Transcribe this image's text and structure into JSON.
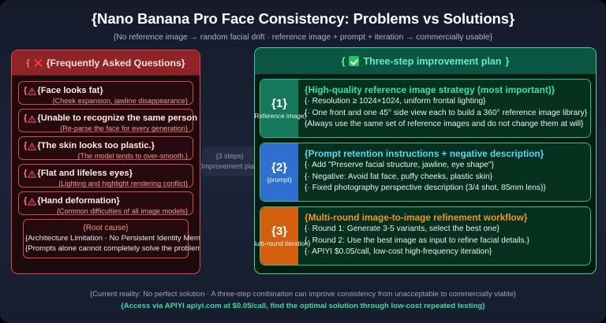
{
  "header": {
    "title": "{Nano Banana Pro Face Consistency: Problems vs Solutions}",
    "subtitle": "{No reference image → random facial drift · reference image + prompt + iteration → commercially usable}"
  },
  "connector": {
    "line1": "{3 steps}",
    "line2": "{Improvement plan}"
  },
  "faq": {
    "header_label": "{Frequently Asked Questions}",
    "header_icon": "cross-mark-icon",
    "accent_color": "#e0474c",
    "items": [
      {
        "icon": "warning-triangle-icon",
        "title": "{Face looks fat}",
        "sub": "{Cheek expansion, jawline disappearance}"
      },
      {
        "icon": "warning-triangle-icon",
        "title": "{Unable to recognize the same person when changing angles}",
        "sub": "{Re-parse the face for every generation}"
      },
      {
        "icon": "warning-triangle-icon",
        "title": "{The skin looks too plastic.}",
        "sub": "{The model tends to over-smooth.}"
      },
      {
        "icon": "warning-triangle-icon",
        "title": "{Flat and lifeless eyes}",
        "sub": "{Lighting and highlight rendering conflict}"
      },
      {
        "icon": "warning-triangle-icon",
        "title": "{Hand deformation}",
        "sub": "{Common difficulties of all image models}"
      }
    ],
    "root_cause": {
      "title": "{Root cause}",
      "line1": "{Architecture Limitation · No Persistent Identity Memory}",
      "line2": "{Prompts alone cannot completely solve the problem.}"
    }
  },
  "plan": {
    "header_label": "{✅ Three-step improvement plan}",
    "header_text": "Three-step improvement plan",
    "header_icon": "check-mark-button-icon",
    "accent_color": "#2fd89a",
    "steps": [
      {
        "num": "{1}",
        "sub": "(Reference image)",
        "badge_color": "#15785a",
        "title": "{High-quality reference image strategy (most important)}",
        "title_color": "#3fe0a6",
        "lines": [
          "{· Resolution ≥ 1024×1024, uniform frontal lighting}",
          "{· One front and one 45° side view each to build a 360° reference image library}",
          "{Always use the same set of reference images and do not change them at will}"
        ]
      },
      {
        "num": "{2}",
        "sub": "{prompt}",
        "badge_color": "#2f6fd0",
        "title": "{Prompt retention instructions + negative description}",
        "title_color": "#59d8f5",
        "lines": [
          "{· Add \"Preserve facial structure, jawline, eye shape\"}",
          "{· Negative: Avoid fat face, puffy cheeks, plastic skin}",
          "{· Fixed photography perspective description (3/4 shot, 85mm lens)}"
        ]
      },
      {
        "num": "{3}",
        "sub": "{Multi-round iteration}",
        "badge_color": "#d4600f",
        "title": "{Multi-round image-to-image refinement workflow}",
        "title_color": "#f0952f",
        "lines": [
          "{· Round 1: Generate 3-5 variants, select the best one}",
          "{· Round 2: Use the best image as input to refine facial details.}",
          "{· APIYI $0.05/call, low-cost high-frequency iteration}"
        ]
      }
    ]
  },
  "footer": {
    "line1": "{Current reality: No perfect solution · A three-step combination can improve consistency from unacceptable to commercially viable}",
    "line2": "{Access via APIYI apiyi.com at $0.05/call, find the optimal solution through low-cost repeated testing}"
  }
}
